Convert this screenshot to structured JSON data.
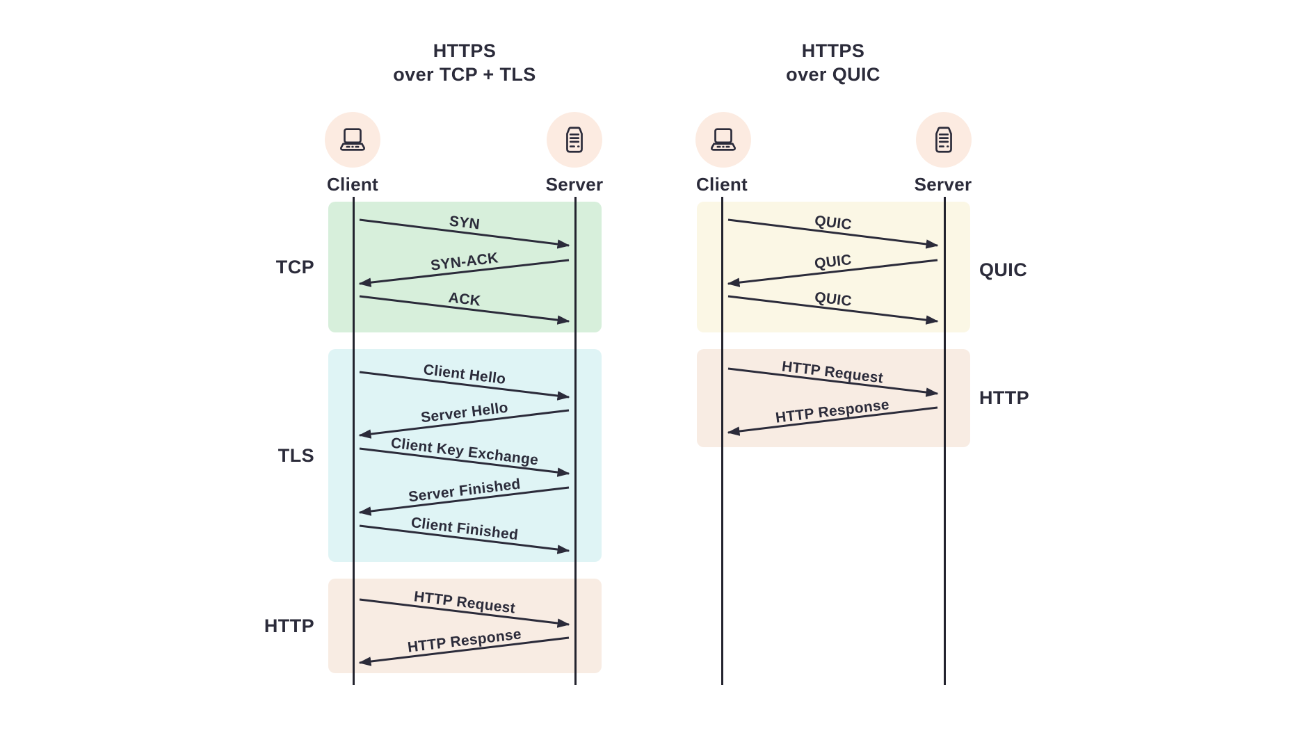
{
  "palette": {
    "ink": "#2b2b3a",
    "background": "#ffffff",
    "tcp_green": "#d7efdb",
    "tls_cyan": "#dff4f5",
    "http_peach": "#f8ece3",
    "quic_yellow": "#fbf7e5",
    "actor_circle_peach": "#fcebe1"
  },
  "left_diagram": {
    "title_line1": "HTTPS",
    "title_line2": "over TCP + TLS",
    "client_label": "Client",
    "server_label": "Server",
    "client_icon": "laptop-icon",
    "server_icon": "server-icon",
    "sections": [
      {
        "label": "TCP",
        "messages": [
          "SYN",
          "SYN-ACK",
          "ACK"
        ]
      },
      {
        "label": "TLS",
        "messages": [
          "Client Hello",
          "Server Hello",
          "Client Key Exchange",
          "Server Finished",
          "Client Finished"
        ]
      },
      {
        "label": "HTTP",
        "messages": [
          "HTTP Request",
          "HTTP Response"
        ]
      }
    ]
  },
  "right_diagram": {
    "title_line1": "HTTPS",
    "title_line2": "over QUIC",
    "client_label": "Client",
    "server_label": "Server",
    "client_icon": "laptop-icon",
    "server_icon": "server-icon",
    "sections": [
      {
        "label": "QUIC",
        "messages": [
          "QUIC",
          "QUIC",
          "QUIC"
        ]
      },
      {
        "label": "HTTP",
        "messages": [
          "HTTP Request",
          "HTTP Response"
        ]
      }
    ]
  }
}
